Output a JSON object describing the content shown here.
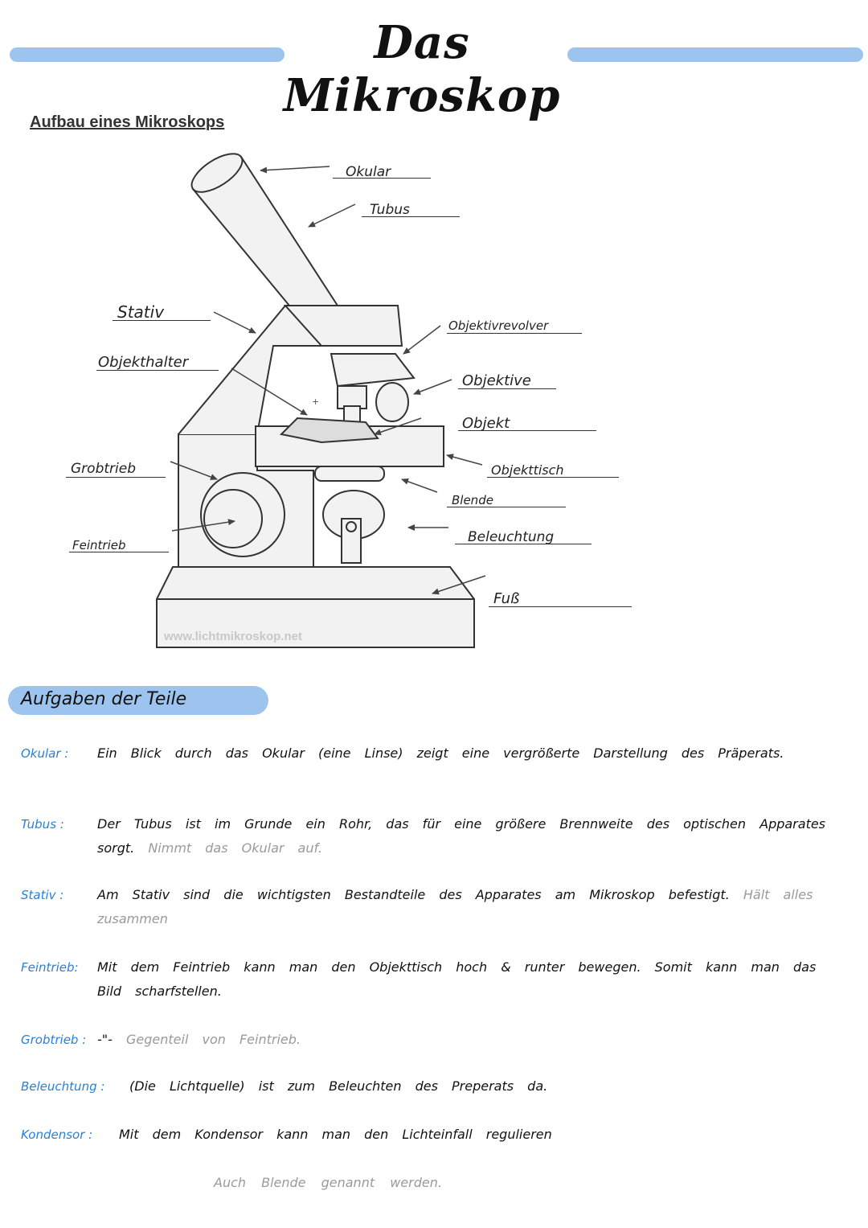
{
  "header": {
    "title": "Das Mikroskop",
    "subtitle": "Aufbau eines Mikroskops"
  },
  "diagram": {
    "labels": {
      "okular": "Okular",
      "tubus": "Tubus",
      "stativ": "Stativ",
      "objekthalter": "Objekthalter",
      "objektivrevolver": "Objektivrevolver",
      "objektive": "Objektive",
      "objekt": "Objekt",
      "grobtrieb": "Grobtrieb",
      "objekttisch": "Objekttisch",
      "blende": "Blende",
      "feintrieb": "Feintrieb",
      "beleuchtung": "Beleuchtung",
      "fuss": "Fuß"
    },
    "watermark": "www.lichtmikroskop.net"
  },
  "section": {
    "title": "Aufgaben der Teile"
  },
  "entries": [
    {
      "term": "Okular :",
      "text": "Ein Blick durch das Okular (eine Linse) zeigt eine vergrößerte Darstellung des Präperats.",
      "note": ""
    },
    {
      "term": "Tubus :",
      "text": "Der Tubus ist im Grunde ein Rohr, das für eine größere Brennweite des optischen Apparates sorgt.",
      "note": "Nimmt das Okular auf."
    },
    {
      "term": "Stativ :",
      "text": "Am Stativ sind die wichtigsten Bestandteile des Apparates am Mikroskop befestigt.",
      "note": "Hält alles zusammen"
    },
    {
      "term": "Feintrieb:",
      "text": "Mit dem Feintrieb kann man den Objekttisch hoch & runter bewegen. Somit kann man das Bild scharfstellen.",
      "note": ""
    },
    {
      "term": "Grobtrieb :",
      "text": "-\"-",
      "note": "Gegenteil von Feintrieb."
    },
    {
      "term": "Beleuchtung :",
      "text": "(Die Lichtquelle) ist zum Beleuchten des Preperats da.",
      "note": ""
    },
    {
      "term": "Kondensor :",
      "text": "Mit dem Kondensor kann man den Lichteinfall regulieren",
      "note": "Auch Blende genannt werden."
    }
  ]
}
